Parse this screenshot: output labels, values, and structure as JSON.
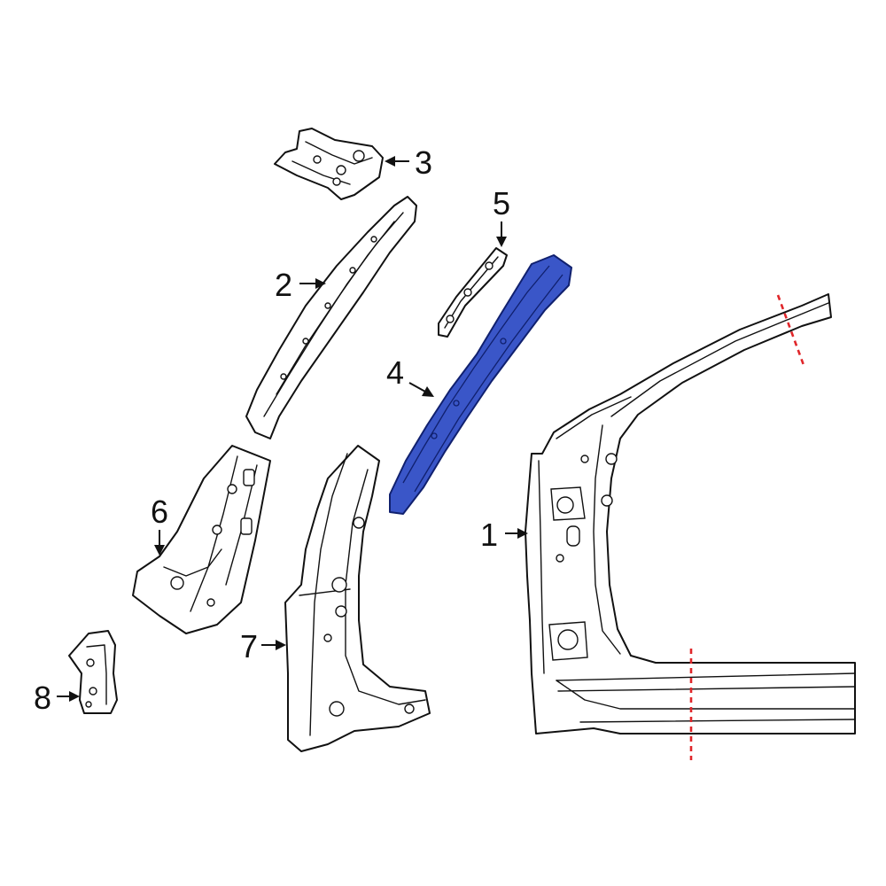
{
  "callouts": [
    {
      "id": "1",
      "label": "1"
    },
    {
      "id": "2",
      "label": "2"
    },
    {
      "id": "3",
      "label": "3"
    },
    {
      "id": "4",
      "label": "4"
    },
    {
      "id": "5",
      "label": "5"
    },
    {
      "id": "6",
      "label": "6"
    },
    {
      "id": "7",
      "label": "7"
    },
    {
      "id": "8",
      "label": "8"
    }
  ],
  "highlighted_part": "4",
  "colors": {
    "highlight_fill": "#3a56c8",
    "highlight_stroke": "#10206e",
    "cut_line": "#e0262a",
    "line_art": "#111111",
    "background": "#ffffff"
  }
}
